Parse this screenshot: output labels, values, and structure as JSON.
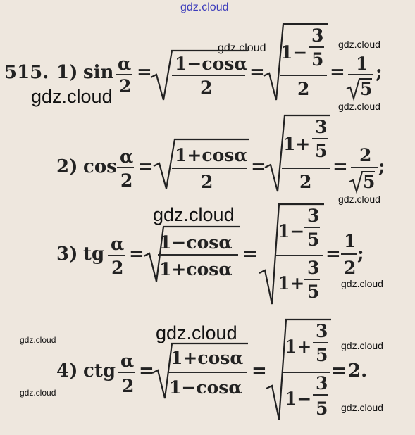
{
  "watermark": {
    "top": "gdz.cloud",
    "text": "gdz.cloud"
  },
  "problem": {
    "number": "515."
  },
  "items": [
    {
      "label": "1)",
      "func": "sin",
      "half_num": "α",
      "half_den": "2",
      "step1_num": "1−cosα",
      "step1_den": "2",
      "step2_inner_prefix": "1−",
      "step2_inner_num": "3",
      "step2_inner_den": "5",
      "step2_den": "2",
      "result_num": "1",
      "result_den": "5",
      "result_den_is_root": true,
      "end": ";"
    },
    {
      "label": "2)",
      "func": "cos",
      "half_num": "α",
      "half_den": "2",
      "step1_num": "1+cosα",
      "step1_den": "2",
      "step2_inner_prefix": "1+",
      "step2_inner_num": "3",
      "step2_inner_den": "5",
      "step2_den": "2",
      "result_num": "2",
      "result_den": "5",
      "result_den_is_root": true,
      "end": ";"
    },
    {
      "label": "3)",
      "func": "tg",
      "half_num": "α",
      "half_den": "2",
      "step1_num": "1−cosα",
      "step1_den": "1+cosα",
      "step2_top_prefix": "1−",
      "step2_top_num": "3",
      "step2_top_den": "5",
      "step2_bot_prefix": "1+",
      "step2_bot_num": "3",
      "step2_bot_den": "5",
      "result_num": "1",
      "result_den": "2",
      "end": ";"
    },
    {
      "label": "4)",
      "func": "ctg",
      "half_num": "α",
      "half_den": "2",
      "step1_num": "1+cosα",
      "step1_den": "1−cosα",
      "step2_top_prefix": "1+",
      "step2_top_num": "3",
      "step2_top_den": "5",
      "step2_bot_prefix": "1−",
      "step2_bot_num": "3",
      "step2_bot_den": "5",
      "result": "2."
    }
  ],
  "symbols": {
    "equals": "="
  }
}
